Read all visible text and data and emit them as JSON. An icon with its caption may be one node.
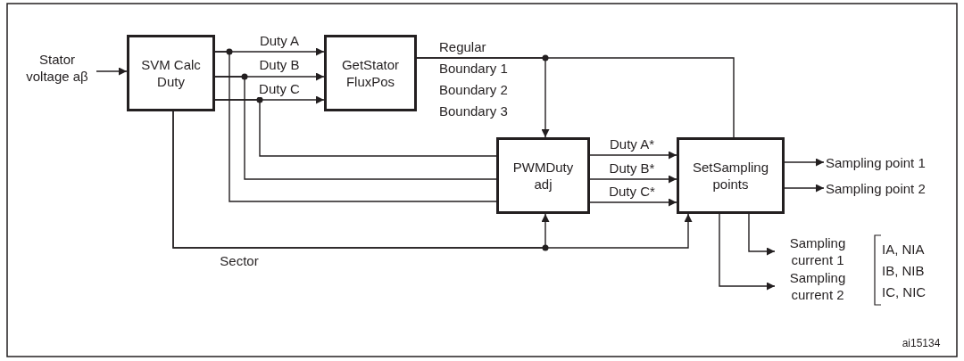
{
  "diagram": {
    "nodes": [
      {
        "text": [
          "Stator voltage aβ"
        ]
      },
      {
        "text": [
          "SVM Calc Duty"
        ]
      },
      {
        "text": [
          "GetStator FluxPos"
        ]
      },
      {
        "text": [
          "PWMDuty adj"
        ]
      },
      {
        "text": [
          "SetSampling points"
        ]
      },
      {
        "text": [
          "Sampling point 1"
        ]
      },
      {
        "text": [
          "Sampling point 2"
        ]
      },
      {
        "text": [
          "Sampling current 1"
        ]
      },
      {
        "text": [
          "Sampling current 2"
        ]
      }
    ],
    "edges": [
      {
        "from": 0,
        "to": 1,
        "arrow": "to"
      },
      {
        "from": 1,
        "to": 2,
        "arrow": "to",
        "label": "Duty A"
      },
      {
        "from": 1,
        "to": 2,
        "arrow": "to",
        "label": "Duty B"
      },
      {
        "from": 1,
        "to": 2,
        "arrow": "to",
        "label": "Duty C"
      },
      {
        "from": 1,
        "to": 3,
        "arrow": "none"
      },
      {
        "from": 1,
        "to": 3,
        "arrow": "none"
      },
      {
        "from": 1,
        "to": 3,
        "arrow": "none"
      },
      {
        "from": 2,
        "to": 3,
        "arrow": "to"
      },
      {
        "from": 2,
        "to": 4,
        "arrow": "none"
      },
      {
        "from": 1,
        "to": 3,
        "arrow": "to",
        "label": "Sector"
      },
      {
        "from": 1,
        "to": 4,
        "arrow": "to"
      },
      {
        "from": 3,
        "to": 4,
        "arrow": "to",
        "label": "Duty A*"
      },
      {
        "from": 3,
        "to": 4,
        "arrow": "to",
        "label": "Duty B*"
      },
      {
        "from": 3,
        "to": 4,
        "arrow": "to",
        "label": "Duty C*"
      },
      {
        "from": 4,
        "to": 5,
        "arrow": "to"
      },
      {
        "from": 4,
        "to": 6,
        "arrow": "to"
      },
      {
        "from": 4,
        "to": 7,
        "arrow": "to"
      },
      {
        "from": 4,
        "to": 8,
        "arrow": "to"
      }
    ],
    "labels": [
      "Regular",
      "Boundary 1",
      "Boundary 2",
      "Boundary 3",
      "IA, NIA",
      "IB, NIB",
      "IC, NIC",
      "ai15134"
    ]
  }
}
